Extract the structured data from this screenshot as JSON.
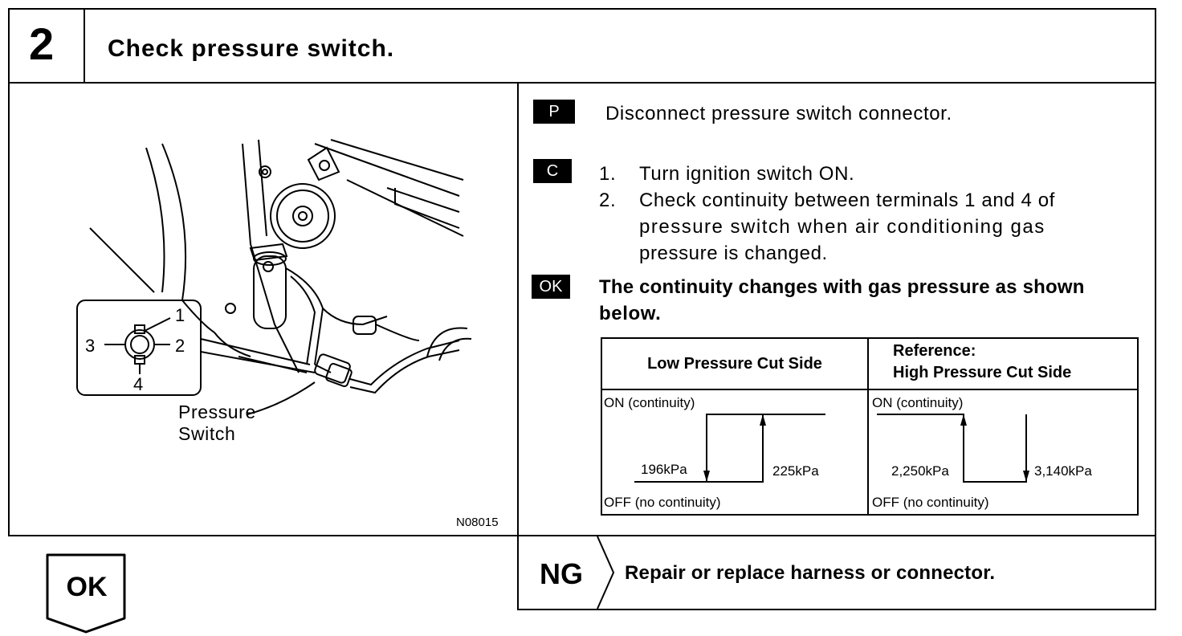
{
  "header": {
    "step_number": "2",
    "title": "Check pressure switch."
  },
  "illustration": {
    "terminals": [
      "1",
      "2",
      "3",
      "4"
    ],
    "part_label_line1": "Pressure",
    "part_label_line2": "Switch",
    "figure_code": "N08015"
  },
  "procedure": {
    "prep_tag": "P",
    "prep_text": "Disconnect pressure switch connector.",
    "check_tag": "C",
    "step1_num": "1.",
    "step1_text": "Turn ignition switch ON.",
    "step2_num": "2.",
    "step2_line1": "Check continuity between terminals 1 and 4 of",
    "step2_line2": "pressure switch when air conditioning gas",
    "step2_line3": "pressure is changed.",
    "ok_tag": "OK",
    "ok_line1": "The continuity changes with gas pressure as shown",
    "ok_line2": "below."
  },
  "table": {
    "col1_header": "Low Pressure Cut Side",
    "col2_header_line1": "Reference:",
    "col2_header_line2": "High Pressure Cut Side",
    "on_label": "ON (continuity)",
    "off_label": "OFF (no continuity)",
    "low_left_value": "196kPa",
    "low_right_value": "225kPa",
    "high_left_value": "2,250kPa",
    "high_right_value": "3,140kPa"
  },
  "ng": {
    "tag": "NG",
    "text": "Repair or replace harness or connector."
  },
  "ok_result": {
    "label": "OK"
  }
}
